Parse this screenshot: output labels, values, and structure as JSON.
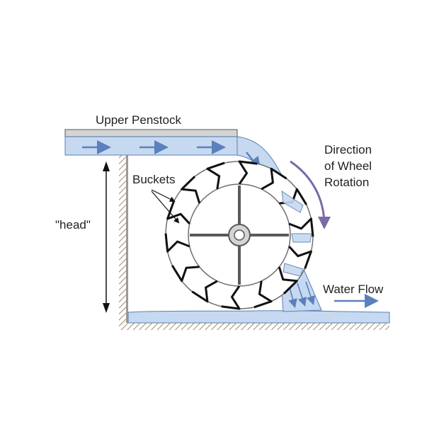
{
  "labels": {
    "upper_penstock": "Upper Penstock",
    "buckets": "Buckets",
    "head": "\"head\"",
    "direction_line1": "Direction",
    "direction_line2": "of Wheel",
    "direction_line3": "Rotation",
    "water_flow": "Water Flow"
  },
  "colors": {
    "water_fill": "#c6d9f0",
    "water_edge": "#5b7fb3",
    "arrow_blue": "#5b80bd",
    "rotation_arrow": "#7a6aa8",
    "metal_fill": "#d4d4d4",
    "metal_edge": "#6f6f6f",
    "ground_hatch": "#a0896b",
    "spoke": "#5a5a5a",
    "bucket": "#111111"
  },
  "wheel": {
    "bucket_count": 14
  }
}
